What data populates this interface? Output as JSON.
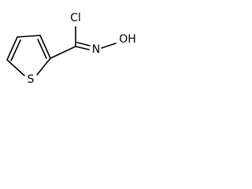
{
  "molecule": {
    "atoms": {
      "chlorine": "Cl",
      "sulfur": "S",
      "nitrogen": "N",
      "hydroxyl": "OH"
    }
  }
}
